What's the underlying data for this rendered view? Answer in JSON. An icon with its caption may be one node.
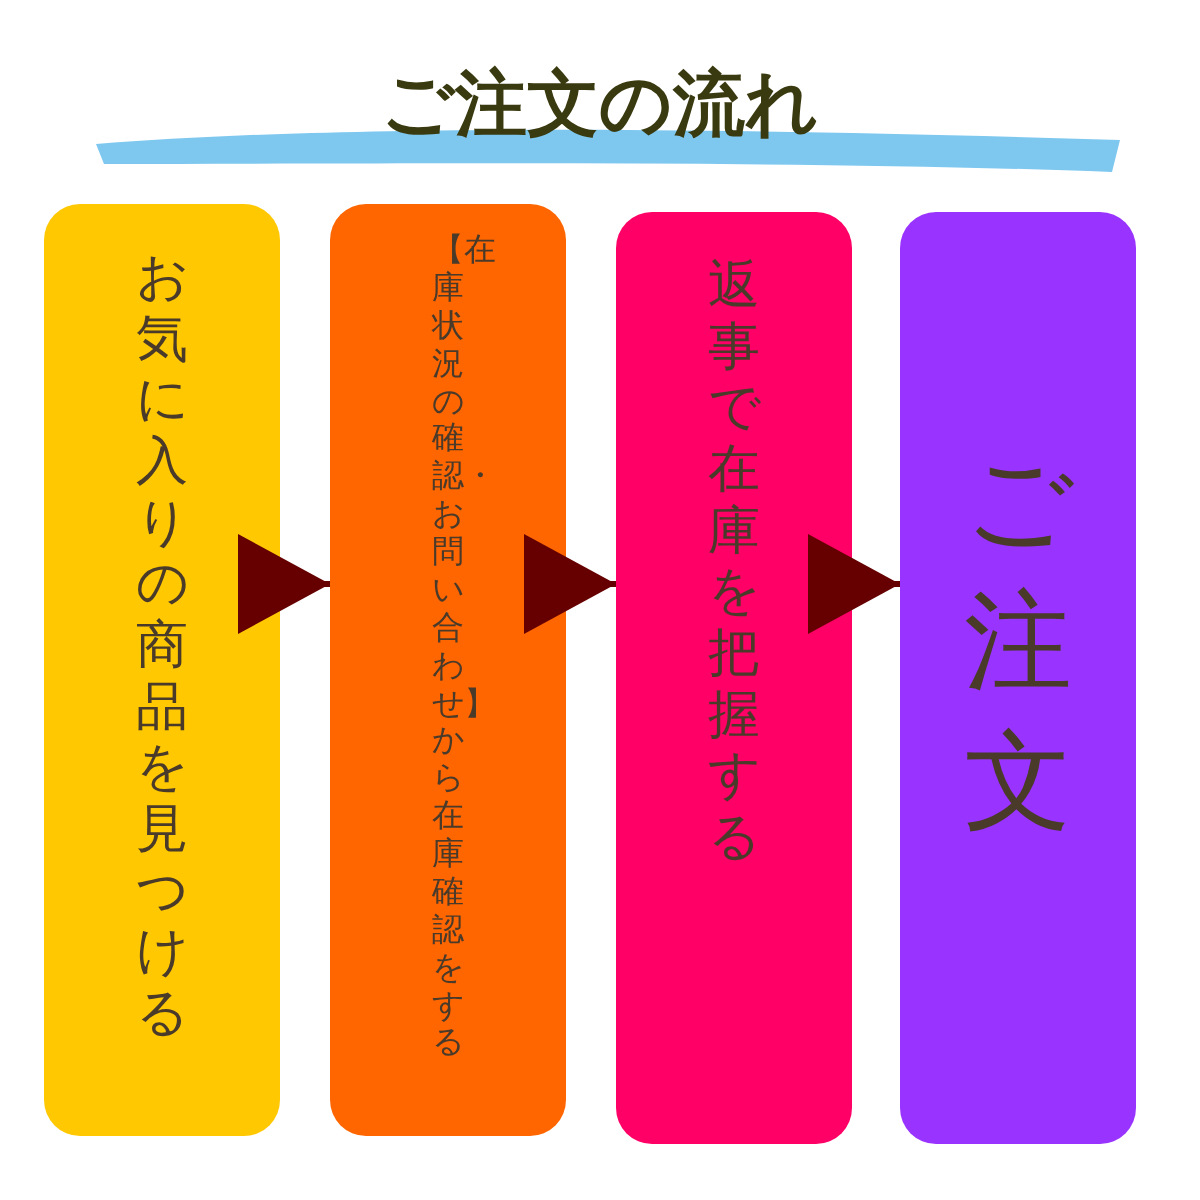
{
  "diagram": {
    "title": "ご注文の流れ",
    "nodes": [
      {
        "text": [
          "お気に入りの商品を見つける"
        ]
      },
      {
        "text": [
          "【在庫状況の確認・お問い合わせ】から在庫確認をする"
        ]
      },
      {
        "text": [
          "返事で在庫を把握する"
        ]
      },
      {
        "text": [
          "ご注文"
        ]
      }
    ],
    "edges": [
      {
        "from": 0,
        "to": 1,
        "arrow": "to"
      },
      {
        "from": 1,
        "to": 2,
        "arrow": "to"
      },
      {
        "from": 2,
        "to": 3,
        "arrow": "to"
      }
    ]
  }
}
